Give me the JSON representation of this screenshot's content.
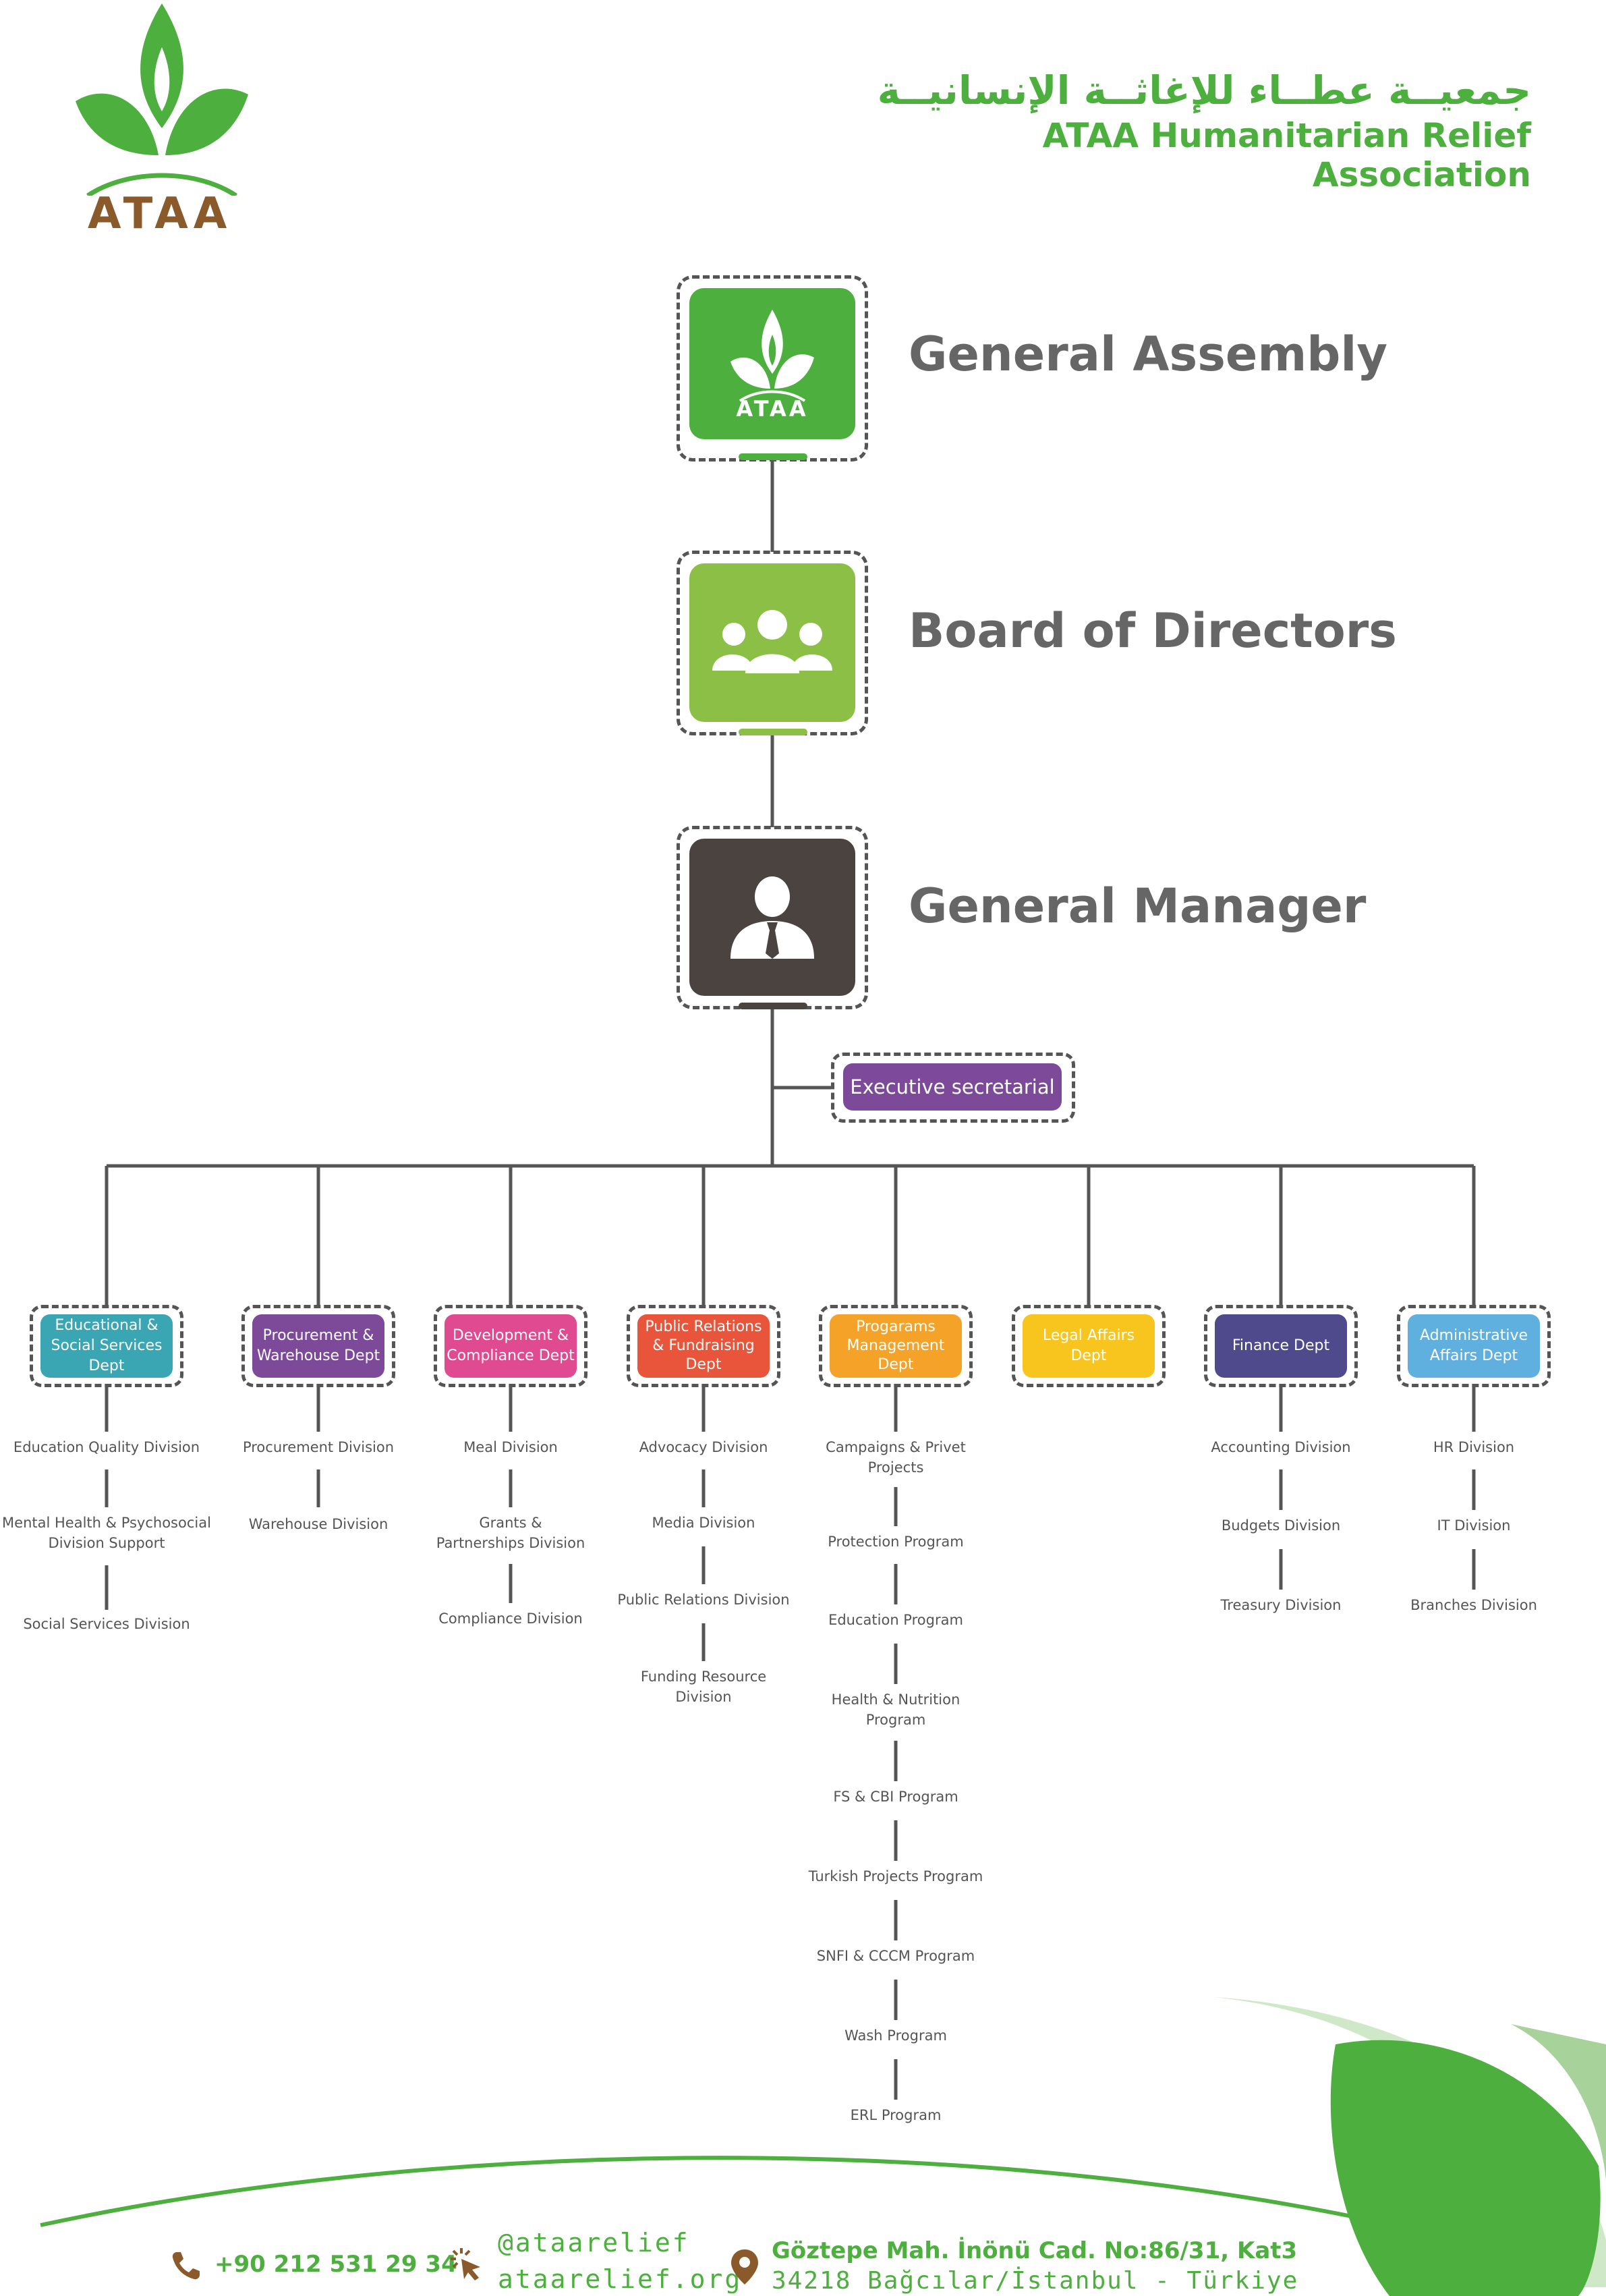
{
  "header": {
    "logo_text": "ATAA",
    "org_name_ar": "جمعيــة عطــاء للإغاثــة الإنسانيــة",
    "org_name_en": "ATAA Humanitarian Relief Association"
  },
  "hierarchy": {
    "general_assembly": {
      "label": "General Assembly",
      "icon": "ataa-logo-icon",
      "logo_text": "ATAA",
      "color": "#4caf3e"
    },
    "board_of_directors": {
      "label": "Board of Directors",
      "icon": "group-icon",
      "color": "#8bbf45"
    },
    "general_manager": {
      "label": "General Manager",
      "icon": "manager-icon",
      "color": "#4a4340"
    },
    "executive_secretarial": {
      "label": "Executive secretarial",
      "color": "#7d4a9a"
    }
  },
  "departments": [
    {
      "name": "Educational & Social Services Dept",
      "lines": [
        "Educational &",
        "Social Services Dept"
      ],
      "color": "#3aa5b3",
      "divisions": [
        [
          "Education Quality Division"
        ],
        [
          "Mental Health & Psychosocial",
          "Division Support"
        ],
        [
          "Social Services Division"
        ]
      ]
    },
    {
      "name": "Procurement & Warehouse Dept",
      "lines": [
        "Procurement &",
        "Warehouse Dept"
      ],
      "color": "#7d4a9a",
      "divisions": [
        [
          "Procurement Division"
        ],
        [
          "Warehouse Division"
        ]
      ]
    },
    {
      "name": "Development & Compliance Dept",
      "lines": [
        "Development &",
        "Compliance Dept"
      ],
      "color": "#e04a91",
      "divisions": [
        [
          "Meal Division"
        ],
        [
          "Grants &",
          "Partnerships Division"
        ],
        [
          "Compliance Division"
        ]
      ]
    },
    {
      "name": "Public Relations & Fundraising Dept",
      "lines": [
        "Public Relations",
        "& Fundraising",
        "Dept"
      ],
      "color": "#e8553a",
      "divisions": [
        [
          "Advocacy Division"
        ],
        [
          "Media Division"
        ],
        [
          "Public Relations Division"
        ],
        [
          "Funding Resource",
          "Division"
        ]
      ]
    },
    {
      "name": "Progarams Management Dept",
      "lines": [
        "Progarams",
        "Management",
        "Dept"
      ],
      "color": "#f5a228",
      "divisions": [
        [
          "Campaigns & Privet",
          "Projects"
        ],
        [
          "Protection Program"
        ],
        [
          "Education Program"
        ],
        [
          "Health & Nutrition",
          "Program"
        ],
        [
          "FS & CBI Program"
        ],
        [
          "Turkish Projects Program"
        ],
        [
          "SNFI & CCCM Program"
        ],
        [
          "Wash Program"
        ],
        [
          "ERL Program"
        ]
      ]
    },
    {
      "name": "Legal Affairs Dept",
      "lines": [
        "Legal Affairs",
        "Dept"
      ],
      "color": "#f7c51e",
      "divisions": []
    },
    {
      "name": "Finance Dept",
      "lines": [
        "Finance Dept"
      ],
      "color": "#4f4a8c",
      "divisions": [
        [
          "Accounting Division"
        ],
        [
          "Budgets Division"
        ],
        [
          "Treasury Division"
        ]
      ]
    },
    {
      "name": "Administrative Affairs Dept",
      "lines": [
        "Administrative",
        "Affairs Dept"
      ],
      "color": "#5fb0de",
      "divisions": [
        [
          "HR Division"
        ],
        [
          "IT Division"
        ],
        [
          "Branches Division"
        ]
      ]
    }
  ],
  "footer": {
    "phone": "+90 212 531 29 34",
    "social_handle": "@ataarelief",
    "website": "ataarelief.org",
    "address_line1": "Göztepe Mah. İnönü Cad. No:86/31, Kat3",
    "address_line2": "34218 Bağcılar/İstanbul - Türkiye"
  },
  "colors": {
    "brand_green": "#4caf3e",
    "brand_brown": "#8a5a2b",
    "line": "#555555"
  }
}
